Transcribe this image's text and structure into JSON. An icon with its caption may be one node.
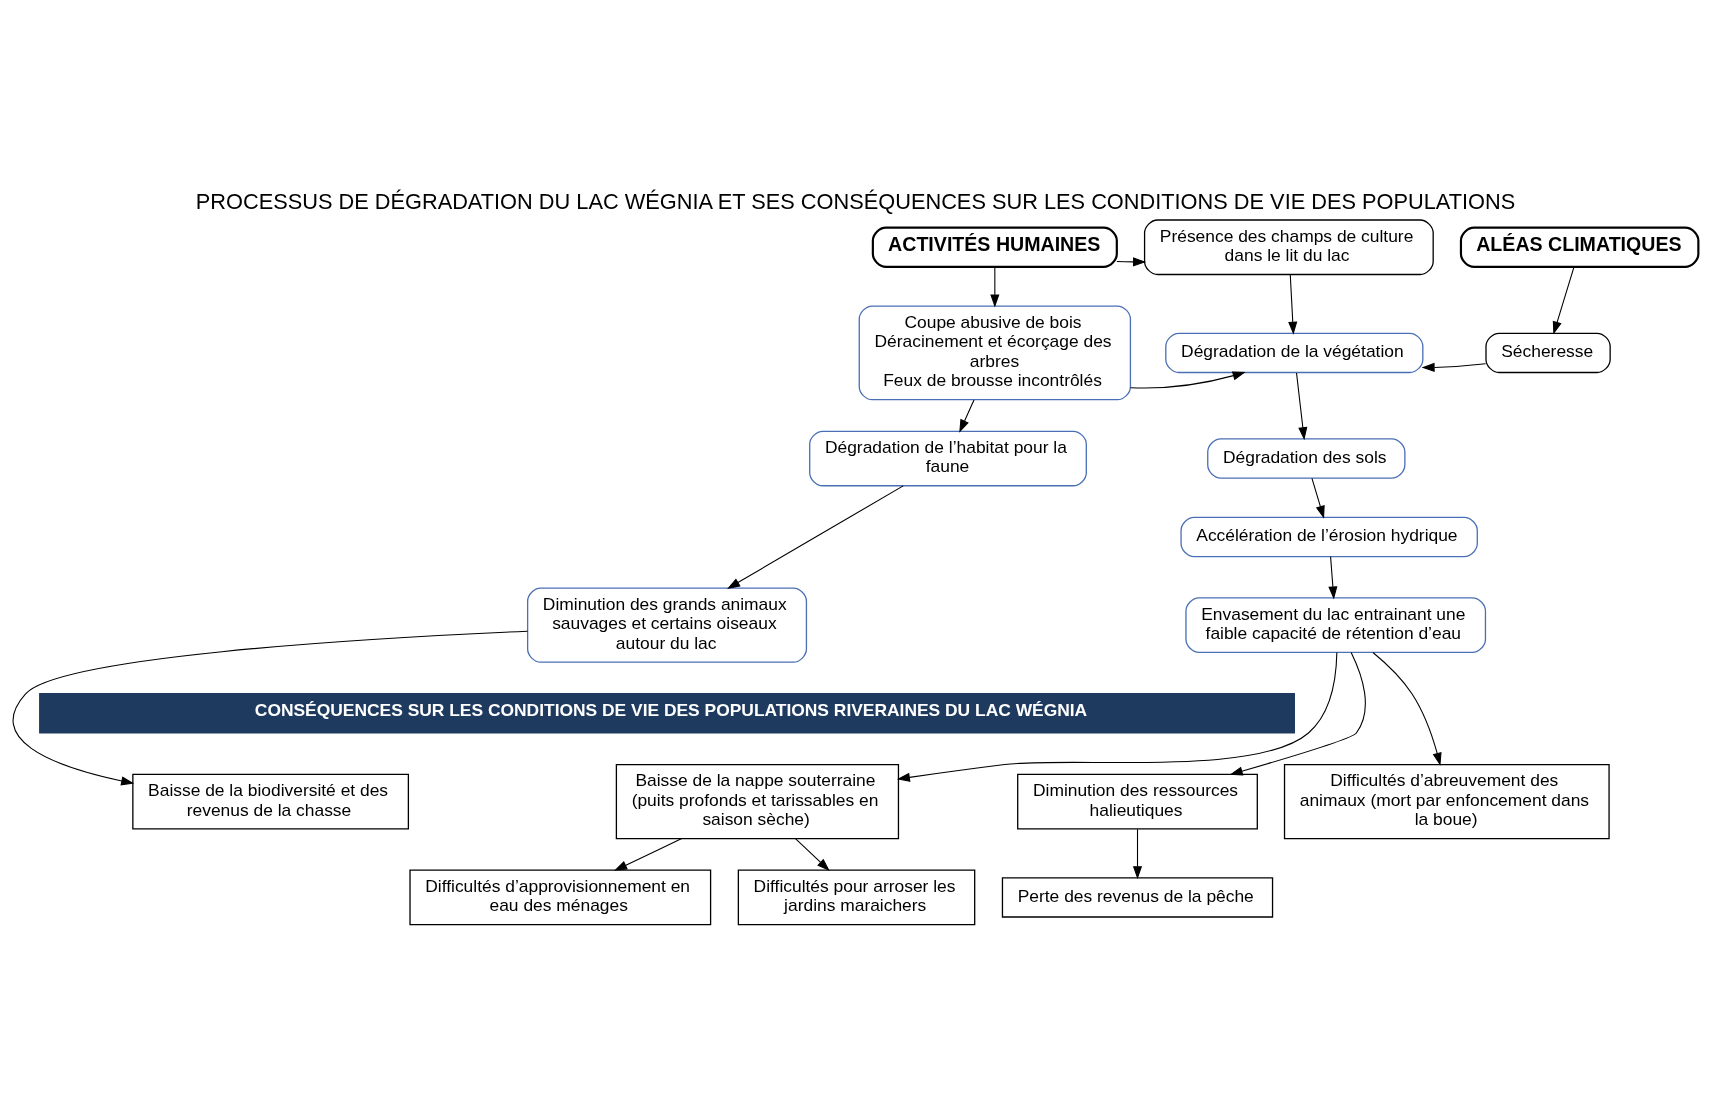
{
  "diagram": {
    "title": "PROCESSUS DE DÉGRADATION DU LAC WÉGNIA ET SES CONSÉQUENCES SUR LES CONDITIONS DE VIE DES POPULATIONS",
    "nodes": [
      {
        "text": [
          "ACTIVITÉS HUMAINES"
        ]
      },
      {
        "text": [
          "Présence des champs de culture dans le lit du lac"
        ]
      },
      {
        "text": [
          "ALÉAS CLIMATIQUES"
        ]
      },
      {
        "text": [
          "Coupe abusive de bois",
          "Déracinement et écorçage des arbres",
          "Feux de brousse incontrôlés"
        ]
      },
      {
        "text": [
          "Dégradation de la végétation"
        ]
      },
      {
        "text": [
          "Sécheresse"
        ]
      },
      {
        "text": [
          "Dégradation de l’habitat pour la faune"
        ]
      },
      {
        "text": [
          "Dégradation des sols"
        ]
      },
      {
        "text": [
          "Accélération de l’érosion hydrique"
        ]
      },
      {
        "text": [
          "Diminution des grands animaux sauvages et certains oiseaux autour du lac"
        ]
      },
      {
        "text": [
          "Envasement du lac entrainant une faible capacité de rétention d’eau"
        ]
      },
      {
        "text": [
          "CONSÉQUENCES SUR LES CONDITIONS DE VIE DES POPULATIONS RIVERAINES DU LAC WÉGNIA"
        ]
      },
      {
        "text": [
          "Baisse de la biodiversité et des revenus de la chasse"
        ]
      },
      {
        "text": [
          "Baisse de la nappe souterraine (puits profonds et tarissables en saison sèche)"
        ]
      },
      {
        "text": [
          "Diminution des ressources halieutiques"
        ]
      },
      {
        "text": [
          "Difficultés d’abreuvement des animaux (mort par enfoncement dans la boue)"
        ]
      },
      {
        "text": [
          "Difficultés d’approvisionnement en eau des ménages"
        ]
      },
      {
        "text": [
          "Difficultés pour arroser les jardins maraichers"
        ]
      },
      {
        "text": [
          "Perte des revenus de la pêche"
        ]
      }
    ],
    "edges": [
      {
        "from": 0,
        "to": 1,
        "arrow": "to"
      },
      {
        "from": 0,
        "to": 3,
        "arrow": "to"
      },
      {
        "from": 1,
        "to": 4,
        "arrow": "to"
      },
      {
        "from": 2,
        "to": 5,
        "arrow": "to"
      },
      {
        "from": 3,
        "to": 4,
        "arrow": "to"
      },
      {
        "from": 5,
        "to": 4,
        "arrow": "to"
      },
      {
        "from": 3,
        "to": 6,
        "arrow": "to"
      },
      {
        "from": 6,
        "to": 9,
        "arrow": "to"
      },
      {
        "from": 4,
        "to": 7,
        "arrow": "to"
      },
      {
        "from": 7,
        "to": 8,
        "arrow": "to"
      },
      {
        "from": 8,
        "to": 10,
        "arrow": "to"
      },
      {
        "from": 9,
        "to": 12,
        "arrow": "to"
      },
      {
        "from": 10,
        "to": 13,
        "arrow": "to"
      },
      {
        "from": 10,
        "to": 14,
        "arrow": "to"
      },
      {
        "from": 10,
        "to": 15,
        "arrow": "to"
      },
      {
        "from": 13,
        "to": 16,
        "arrow": "to"
      },
      {
        "from": 13,
        "to": 17,
        "arrow": "to"
      },
      {
        "from": 14,
        "to": 18,
        "arrow": "to"
      }
    ]
  }
}
